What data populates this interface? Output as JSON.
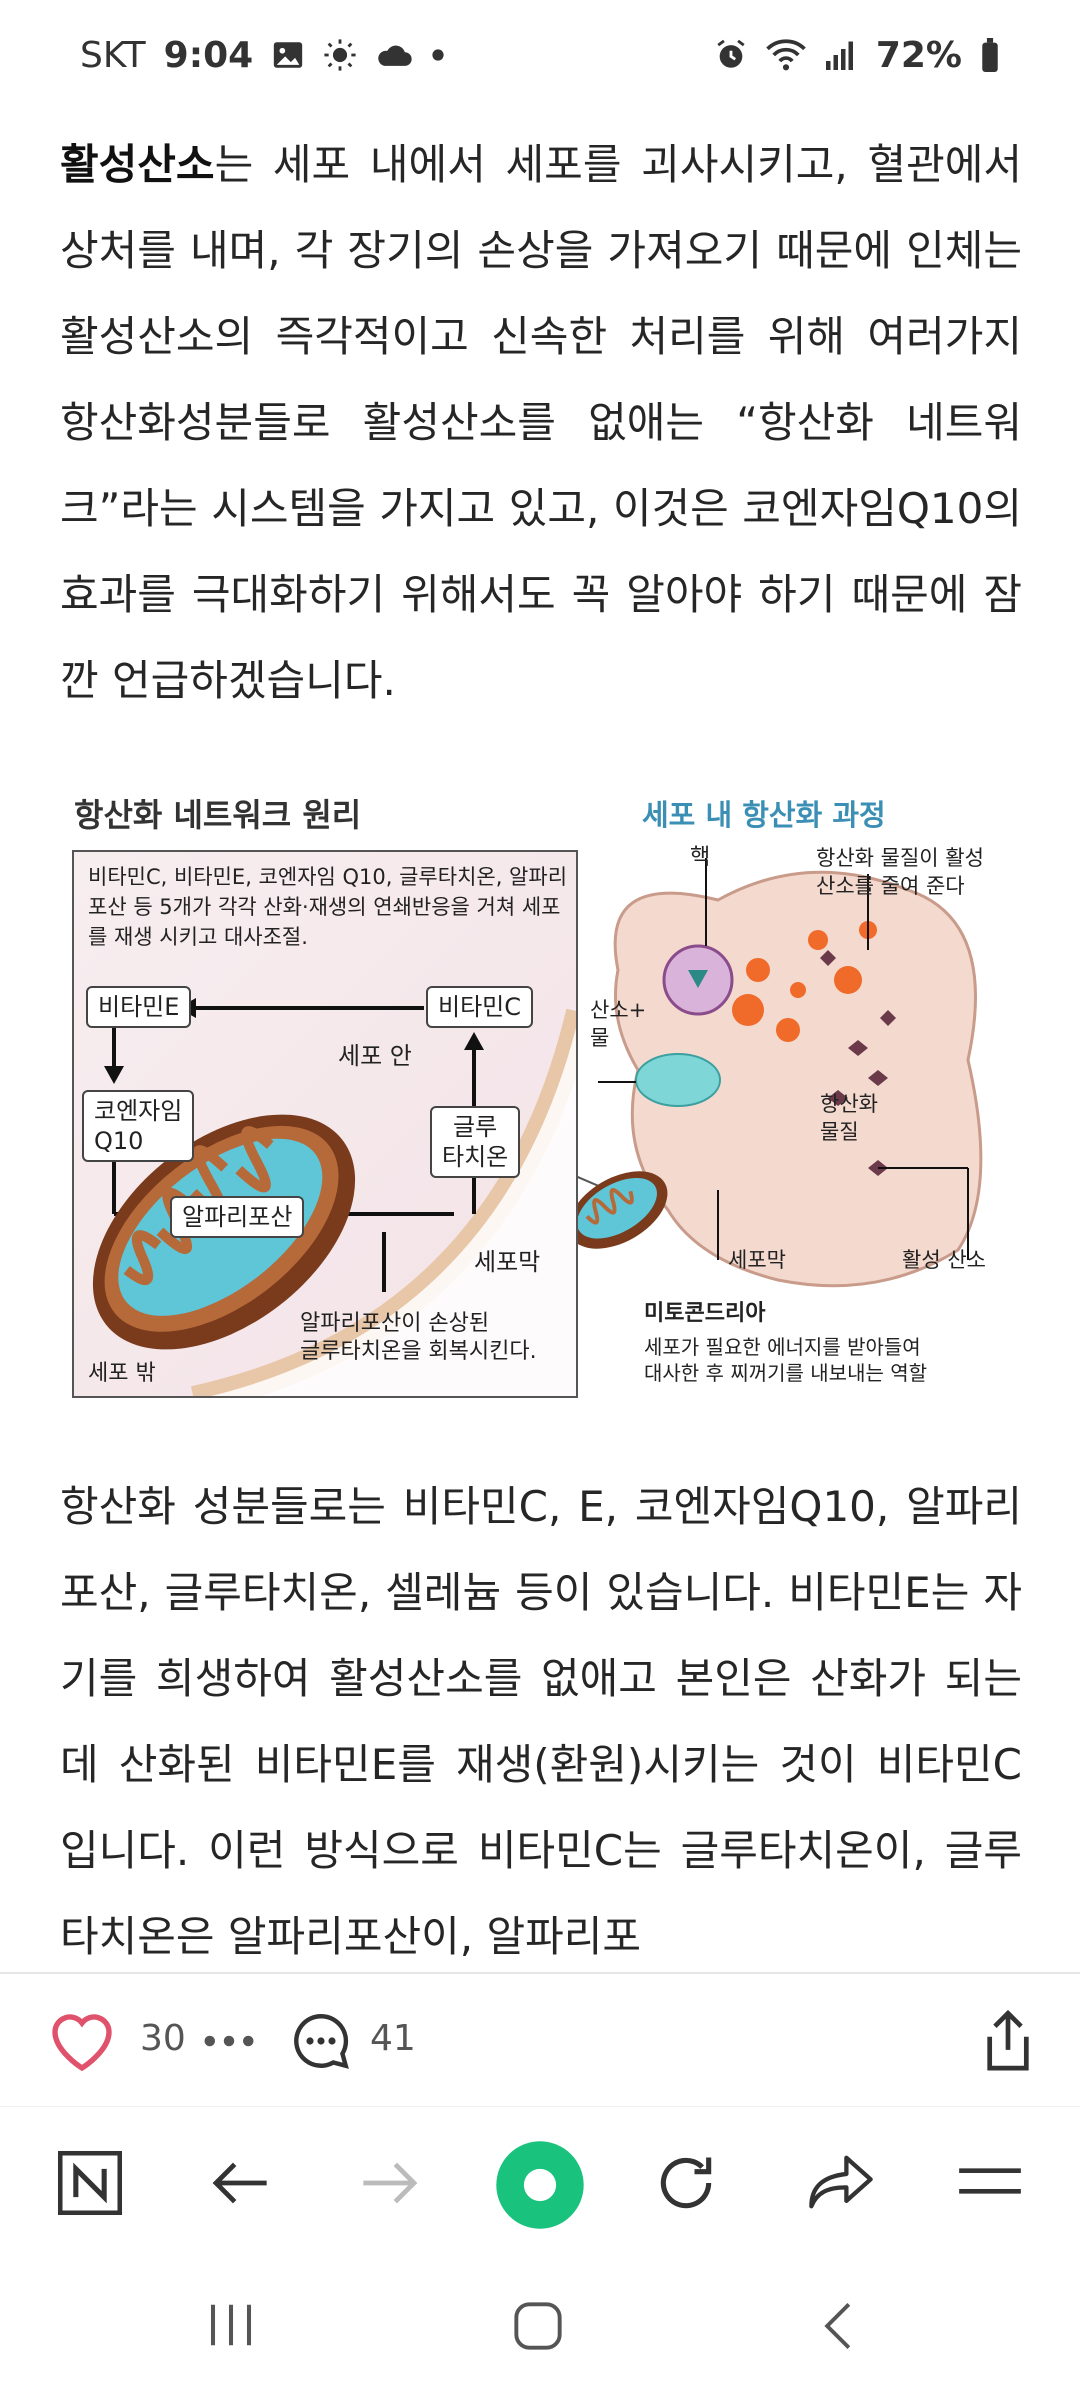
{
  "status_bar": {
    "carrier": "SKT",
    "time": "9:04",
    "battery": "72%",
    "icons_left": [
      "gallery-icon",
      "sun-icon",
      "cloud-icon",
      "dot-icon"
    ],
    "icons_right": [
      "alarm-icon",
      "wifi-icon",
      "signal-icon",
      "battery-icon"
    ]
  },
  "article": {
    "para1_bold": "활성산소",
    "para1_rest": "는 세포 내에서 세포를 괴사시키고, 혈관에서 상처를 내며, 각 장기의 손상을 가져오기 때문에 인체는 활성산소의 즉각적이고 신속한 처리를 위해 여러가지 항산화성분들로 활성산소를 없애는 “항산화 네트워크”라는 시스템을 가지고 있고, 이것은 코엔자임Q10의 효과를 극대화하기 위해서도 꼭 알아야 하기 때문에 잠깐 언급하겠습니다.",
    "para2": "항산화 성분들로는 비타민C, E, 코엔자임Q10, 알파리포산, 글루타치온, 셀레늄 등이 있습니다. 비타민E는 자기를 희생하여 활성산소를 없애고 본인은 산화가 되는데 산화된 비타민E를 재생(환원)시키는 것이 비타민C입니다. 이런 방식으로 비타민C는 글루타치온이, 글루타치온은 알파리포산이, 알파리포"
  },
  "figure": {
    "title_left": "항산화 네트워크 원리",
    "title_right": "세포 내 항산화 과정",
    "desc": "비타민C, 비타민E, 코엔자임 Q10, 글루타치온, 알파리포산 등 5개가 각각 산화·재생의 연쇄반응을 거쳐 세포를 재생 시키고 대사조절.",
    "vitamin_e": "비타민E",
    "vitamin_c": "비타민C",
    "cell_inside": "세포 안",
    "coq10": "코엔자임\nQ10",
    "glutathione": "글루\n타치온",
    "alpha_lipoic": "알파리포산",
    "cell_membrane_left": "세포막",
    "alpha_note": "알파리포산이 손상된\n글루타치온을 회복시킨다.",
    "cell_outside": "세포 밖",
    "nucleus": "핵",
    "antioxidant_note": "항산화 물질이 활성\n산소를 줄여 준다",
    "oxygen_water": "산소+\n물",
    "antioxidant": "항산화\n물질",
    "cell_membrane_right": "세포막",
    "active_oxygen": "활성 산소",
    "mito_title": "미토콘드리아",
    "mito_desc": "세포가 필요한 에너지를 받아들여\n대사한 후 찌꺼기를 내보내는 역할"
  },
  "reaction_bar": {
    "likes": "30",
    "comments": "41"
  },
  "colors": {
    "heart": "#e0526b",
    "accent_green": "#19c37d",
    "figure_blue": "#3b8fb5"
  }
}
